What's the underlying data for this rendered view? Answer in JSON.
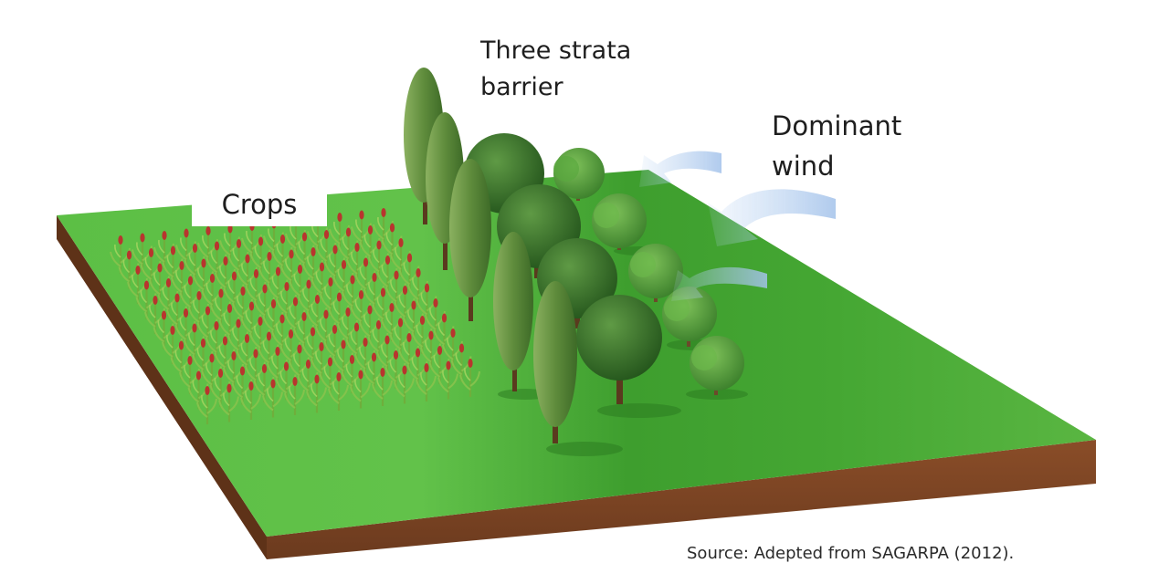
{
  "labels": {
    "crops": "Crops",
    "barrier": {
      "line1": "Three strata",
      "line2": "barrier"
    },
    "wind": {
      "line1": "Dominant",
      "line2": "wind"
    },
    "source": "Source: Adepted from SAGARPA (2012)."
  },
  "colors": {
    "grass_light": "#7ccf5a",
    "grass_dark": "#3a9a2a",
    "soil": "#7a4323",
    "poplar": "#5e8f3a",
    "broadleaf": "#2f6b25",
    "shrub": "#4f9a38",
    "wind_arrow": "#a8c6ec",
    "crop_stem": "#6fae3c",
    "crop_head": "#b8352e"
  },
  "icons": [
    "poplar-tree-icon",
    "broadleaf-tree-icon",
    "shrub-icon",
    "crop-plant-icon",
    "wind-arrow-icon"
  ]
}
